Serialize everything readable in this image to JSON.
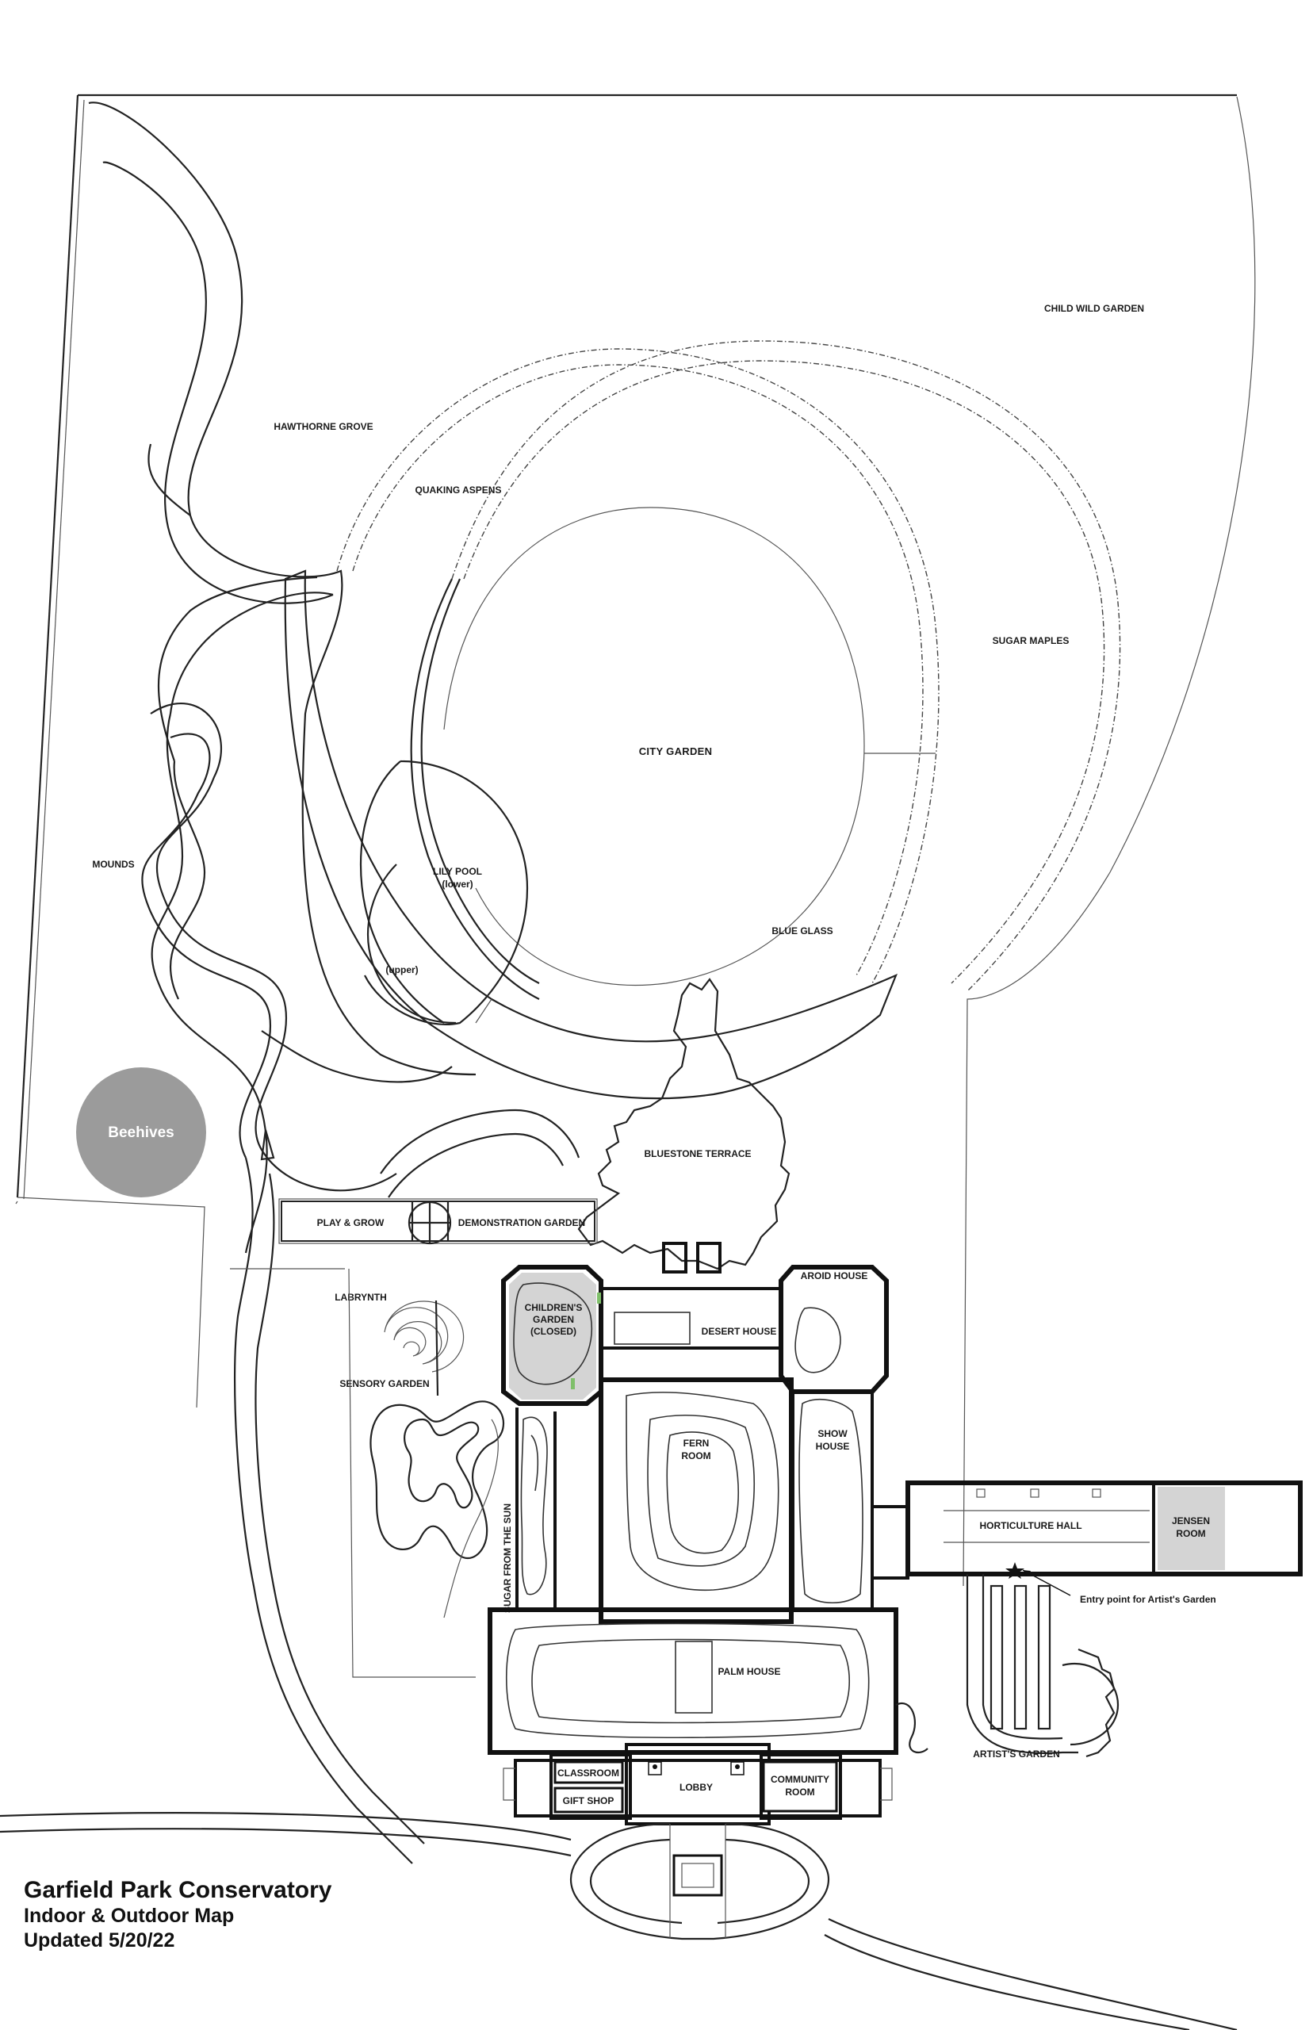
{
  "title": {
    "line1": "Garfield Park Conservatory",
    "line2": "Indoor & Outdoor Map",
    "line3": "Updated 5/20/22"
  },
  "outdoor": {
    "child_wild_garden": "CHILD WILD GARDEN",
    "hawthorne_grove": "HAWTHORNE GROVE",
    "quaking_aspens": "QUAKING ASPENS",
    "sugar_maples": "SUGAR MAPLES",
    "city_garden": "CITY GARDEN",
    "mounds": "MOUNDS",
    "lily_pool_1": "LILY POOL",
    "lily_pool_2": "(lower)",
    "lily_upper": "(upper)",
    "blue_glass": "BLUE GLASS",
    "beehives": "Beehives",
    "bluestone_terrace": "BLUESTONE TERRACE",
    "play_grow": "PLAY & GROW",
    "demonstration_garden": "DEMONSTRATION GARDEN",
    "labrynth": "LABRYNTH",
    "sensory_garden": "SENSORY GARDEN",
    "sugar_from_the_sun": "SUGAR FROM THE SUN",
    "artists_garden": "ARTIST'S GARDEN",
    "entry_point": "Entry point for Artist's Garden"
  },
  "indoor": {
    "childrens_1": "CHILDREN'S",
    "childrens_2": "GARDEN",
    "childrens_3": "(CLOSED)",
    "desert_house": "DESERT HOUSE",
    "aroid_house": "AROID HOUSE",
    "fern_1": "FERN",
    "fern_2": "ROOM",
    "show_1": "SHOW",
    "show_2": "HOUSE",
    "horticulture_hall": "HORTICULTURE HALL",
    "jensen_1": "JENSEN",
    "jensen_2": "ROOM",
    "palm_house": "PALM HOUSE",
    "classroom": "CLASSROOM",
    "gift_shop": "GIFT SHOP",
    "lobby": "LOBBY",
    "community_1": "COMMUNITY",
    "community_2": "ROOM"
  },
  "colors": {
    "closed_fill": "#d4d4d4",
    "beehive_fill": "#9b9b9b",
    "ink": "#111111",
    "door_marker": "#7fbf6a"
  },
  "icons": [
    "restroom-icon",
    "star-entry-icon",
    "circle-cross-icon"
  ]
}
